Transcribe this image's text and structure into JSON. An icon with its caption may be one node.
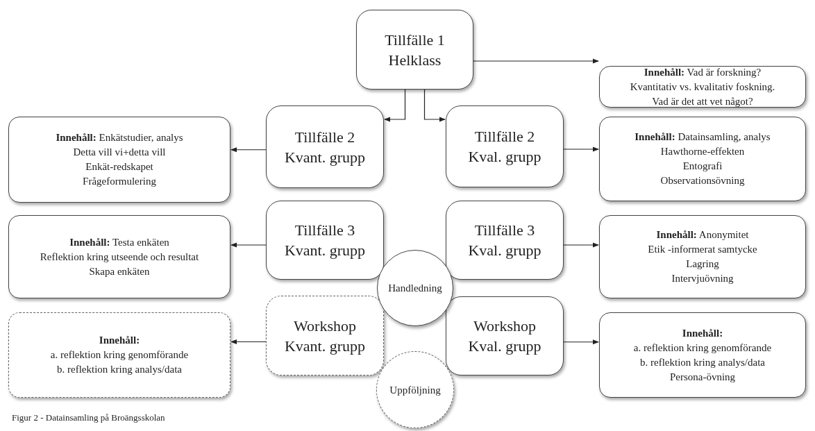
{
  "diagram": {
    "caption": "Figur 2 - Datainsamling på Broängsskolan",
    "nodes": [
      {
        "text": [
          "Tillfälle 1 Helklass"
        ]
      },
      {
        "text": [
          "**Innehåll:** Vad är forskning?",
          "Kvantitativ vs. kvalitativ foskning.",
          "Vad är det att vet något?"
        ]
      },
      {
        "text": [
          "Tillfälle 2 Kvant. grupp"
        ]
      },
      {
        "text": [
          "**Innehåll:** Enkätstudier, analys",
          "Detta vill vi+detta vill",
          "Enkät-redskapet",
          "Frågeformulering"
        ]
      },
      {
        "text": [
          "Tillfälle 2 Kval. grupp"
        ]
      },
      {
        "text": [
          "**Innehåll:** Datainsamling, analys",
          "Hawthorne-effekten",
          "Entografi",
          "Observationsövning"
        ]
      },
      {
        "text": [
          "Tillfälle 3 Kvant. grupp"
        ]
      },
      {
        "text": [
          "**Innehåll:** Testa enkäten",
          "Reflektion kring utseende och resultat",
          "Skapa enkäten"
        ]
      },
      {
        "text": [
          "Tillfälle 3 Kval. grupp"
        ]
      },
      {
        "text": [
          "**Innehåll:** Anonymitet",
          "Etik -informerat samtycke",
          "Lagring",
          "Intervjuövning"
        ]
      },
      {
        "text": [
          "Handledning"
        ]
      },
      {
        "text": [
          "Workshop Kvant. grupp"
        ]
      },
      {
        "text": [
          "Innehåll:",
          "a. reflektion kring genomförande",
          "b. reflektion kring analys/data"
        ]
      },
      {
        "text": [
          "Workshop Kval. grupp"
        ]
      },
      {
        "text": [
          "Innehåll:",
          "a. reflektion kring genomförande",
          "b. reflektion kring analys/data",
          "Persona-övning"
        ]
      },
      {
        "text": [
          "Uppföljning"
        ]
      }
    ],
    "edges": [
      {
        "from": 0,
        "to": 1,
        "arrow": "to"
      },
      {
        "from": 0,
        "to": 2,
        "arrow": "to"
      },
      {
        "from": 0,
        "to": 4,
        "arrow": "to"
      },
      {
        "from": 2,
        "to": 3,
        "arrow": "to"
      },
      {
        "from": 4,
        "to": 5,
        "arrow": "to"
      },
      {
        "from": 6,
        "to": 7,
        "arrow": "to"
      },
      {
        "from": 8,
        "to": 9,
        "arrow": "to"
      },
      {
        "from": 11,
        "to": 12,
        "arrow": "to"
      },
      {
        "from": 13,
        "to": 14,
        "arrow": "to"
      }
    ]
  }
}
